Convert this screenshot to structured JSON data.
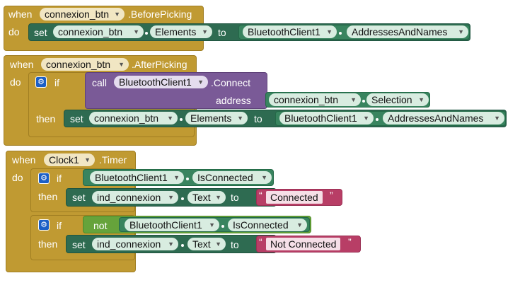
{
  "blocks": {
    "b1": {
      "when": "when",
      "component": "connexion_btn",
      "event": ".BeforePicking",
      "do": "do",
      "set": "set",
      "target": "connexion_btn",
      "property": "Elements",
      "to": "to",
      "source_component": "BluetoothClient1",
      "source_property": "AddressesAndNames"
    },
    "b2": {
      "when": "when",
      "component": "connexion_btn",
      "event": ".AfterPicking",
      "do": "do",
      "if": "if",
      "call": "call",
      "call_component": "BluetoothClient1",
      "method": ".Connect",
      "address": "address",
      "address_component": "connexion_btn",
      "address_property": "Selection",
      "then": "then",
      "set": "set",
      "target": "connexion_btn",
      "property": "Elements",
      "to": "to",
      "source_component": "BluetoothClient1",
      "source_property": "AddressesAndNames"
    },
    "b3": {
      "when": "when",
      "component": "Clock1",
      "event": ".Timer",
      "do": "do",
      "if1": "if",
      "cond1_component": "BluetoothClient1",
      "cond1_property": "IsConnected",
      "then1": "then",
      "set1": "set",
      "target1": "ind_connexion",
      "property1": "Text",
      "to1": "to",
      "text1": "Connected",
      "if2": "if",
      "not": "not",
      "cond2_component": "BluetoothClient1",
      "cond2_property": "IsConnected",
      "then2": "then",
      "set2": "set",
      "target2": "ind_connexion",
      "property2": "Text",
      "to2": "to",
      "text2": "Not Connected"
    }
  },
  "colors": {
    "event": "#c09a32",
    "setter": "#2e6b51",
    "component": "#39845f",
    "call": "#7a5a97",
    "logic": "#66a33b",
    "text": "#b83e66",
    "mutator": "#1b5fc6"
  },
  "icons": {
    "dropdown": "chevron-down-icon",
    "mutator": "gear-icon"
  }
}
